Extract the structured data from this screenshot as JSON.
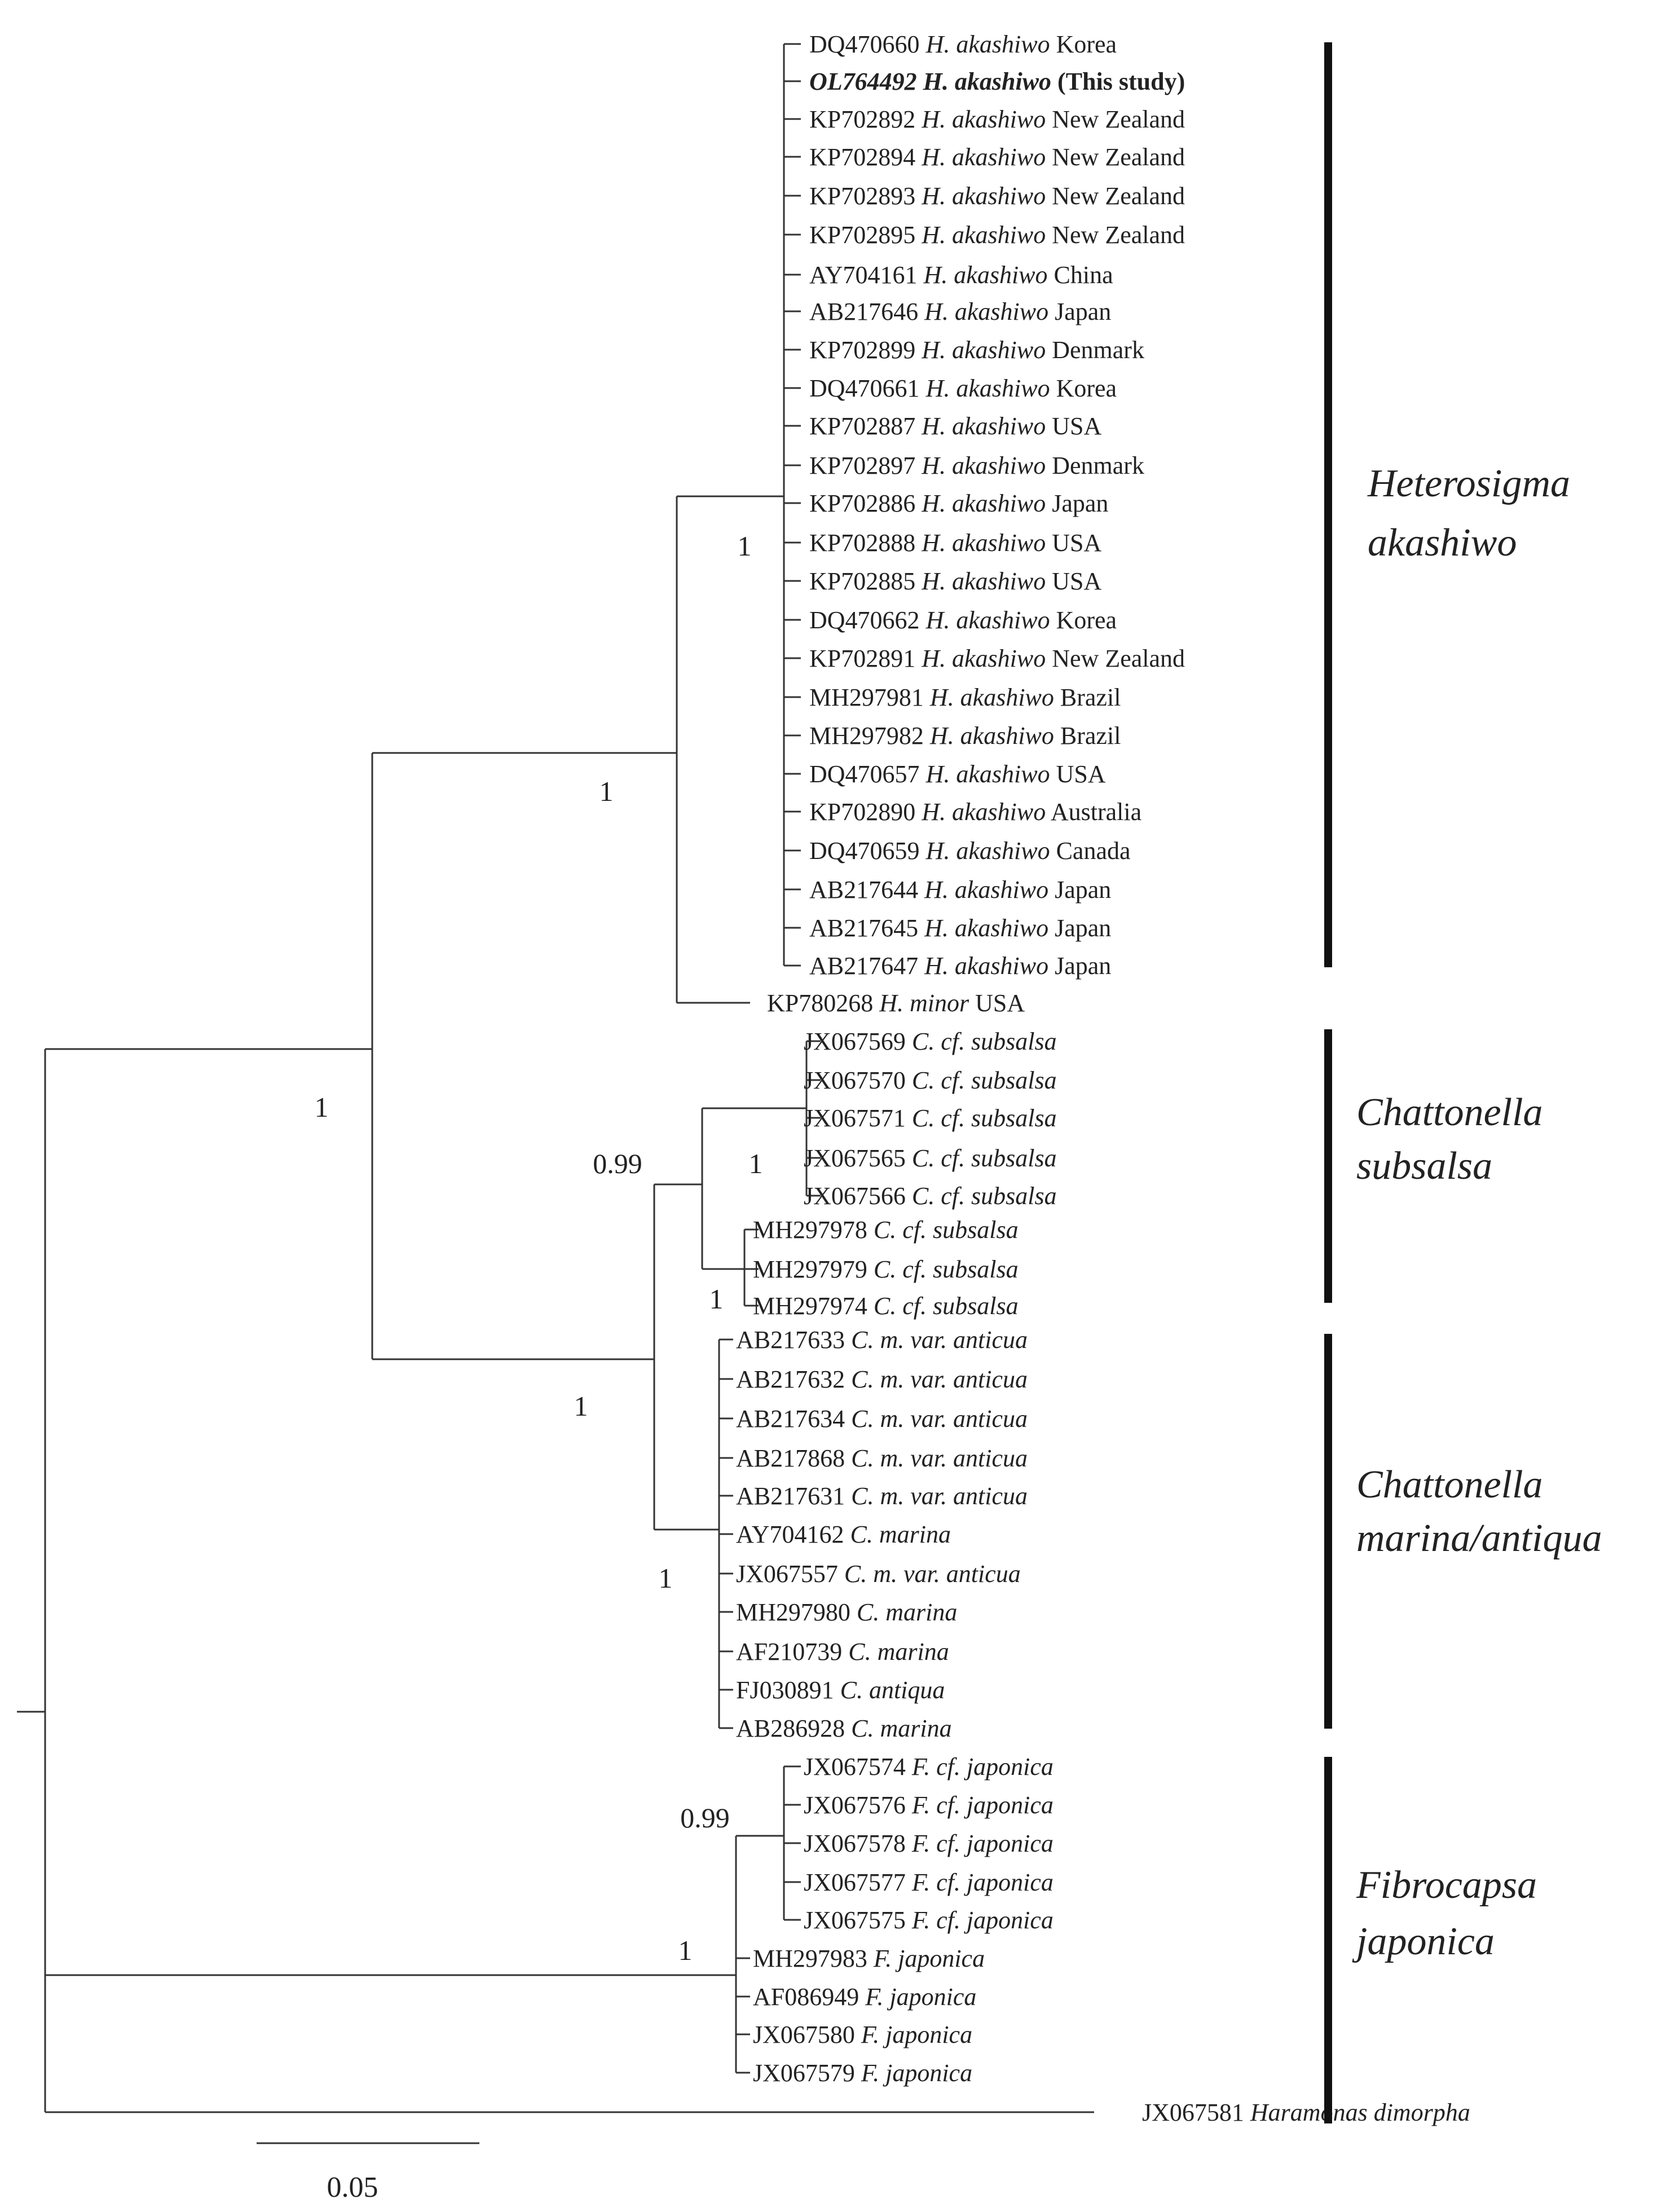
{
  "tree": {
    "taxa": [
      {
        "acc": "DQ470660",
        "sp": "H. akashiwo",
        "loc": "Korea"
      },
      {
        "acc": "OL764492",
        "sp": "H. akashiwo",
        "loc": "(This study)",
        "bold": true
      },
      {
        "acc": "KP702892",
        "sp": "H. akashiwo",
        "loc": "New Zealand"
      },
      {
        "acc": "KP702894",
        "sp": "H. akashiwo",
        "loc": "New Zealand"
      },
      {
        "acc": "KP702893",
        "sp": "H. akashiwo",
        "loc": "New Zealand"
      },
      {
        "acc": "KP702895",
        "sp": "H. akashiwo",
        "loc": "New Zealand"
      },
      {
        "acc": "AY704161",
        "sp": "H. akashiwo",
        "loc": "China"
      },
      {
        "acc": "AB217646",
        "sp": "H. akashiwo",
        "loc": "Japan"
      },
      {
        "acc": "KP702899",
        "sp": "H. akashiwo",
        "loc": "Denmark"
      },
      {
        "acc": "DQ470661",
        "sp": "H. akashiwo",
        "loc": "Korea"
      },
      {
        "acc": "KP702887",
        "sp": "H. akashiwo",
        "loc": "USA"
      },
      {
        "acc": "KP702897",
        "sp": "H. akashiwo",
        "loc": "Denmark"
      },
      {
        "acc": "KP702886",
        "sp": "H. akashiwo",
        "loc": "Japan"
      },
      {
        "acc": "KP702888",
        "sp": "H. akashiwo",
        "loc": "USA"
      },
      {
        "acc": "KP702885",
        "sp": "H. akashiwo",
        "loc": "USA"
      },
      {
        "acc": "DQ470662",
        "sp": "H. akashiwo",
        "loc": "Korea"
      },
      {
        "acc": "KP702891",
        "sp": "H. akashiwo",
        "loc": "New Zealand"
      },
      {
        "acc": "MH297981",
        "sp": "H. akashiwo",
        "loc": "Brazil"
      },
      {
        "acc": "MH297982",
        "sp": "H. akashiwo",
        "loc": "Brazil"
      },
      {
        "acc": "DQ470657",
        "sp": "H. akashiwo",
        "loc": "USA"
      },
      {
        "acc": "KP702890",
        "sp": "H. akashiwo",
        "loc": "Australia"
      },
      {
        "acc": "DQ470659",
        "sp": "H. akashiwo",
        "loc": "Canada"
      },
      {
        "acc": "AB217644",
        "sp": "H. akashiwo",
        "loc": "Japan"
      },
      {
        "acc": "AB217645",
        "sp": "H. akashiwo",
        "loc": "Japan"
      },
      {
        "acc": "AB217647",
        "sp": "H. akashiwo",
        "loc": "Japan"
      },
      {
        "acc": "KP780268",
        "sp": "H. minor",
        "loc": "USA"
      },
      {
        "acc": "JX067569",
        "sp": "C. cf. subsalsa",
        "loc": ""
      },
      {
        "acc": "JX067570",
        "sp": "C. cf. subsalsa",
        "loc": ""
      },
      {
        "acc": "JX067571",
        "sp": "C. cf. subsalsa",
        "loc": ""
      },
      {
        "acc": "JX067565",
        "sp": "C. cf. subsalsa",
        "loc": ""
      },
      {
        "acc": "JX067566",
        "sp": "C. cf. subsalsa",
        "loc": ""
      },
      {
        "acc": "MH297978",
        "sp": "C. cf. subsalsa",
        "loc": ""
      },
      {
        "acc": "MH297979",
        "sp": "C. cf. subsalsa",
        "loc": ""
      },
      {
        "acc": "MH297974",
        "sp": "C. cf. subsalsa",
        "loc": ""
      },
      {
        "acc": "AB217633",
        "sp": "C. m. var. anticua",
        "loc": ""
      },
      {
        "acc": "AB217632",
        "sp": "C. m. var. anticua",
        "loc": ""
      },
      {
        "acc": "AB217634",
        "sp": "C. m. var. anticua",
        "loc": ""
      },
      {
        "acc": "AB217868",
        "sp": "C. m. var. anticua",
        "loc": ""
      },
      {
        "acc": "AB217631",
        "sp": "C. m. var. anticua",
        "loc": ""
      },
      {
        "acc": "AY704162",
        "sp": "C. marina",
        "loc": ""
      },
      {
        "acc": "JX067557",
        "sp": "C. m. var. anticua",
        "loc": ""
      },
      {
        "acc": "MH297980",
        "sp": "C. marina",
        "loc": ""
      },
      {
        "acc": "AF210739",
        "sp": "C. marina",
        "loc": ""
      },
      {
        "acc": "FJ030891",
        "sp": "C. antiqua",
        "loc": ""
      },
      {
        "acc": "AB286928",
        "sp": "C. marina",
        "loc": ""
      },
      {
        "acc": "JX067574",
        "sp": "F. cf. japonica",
        "loc": ""
      },
      {
        "acc": "JX067576",
        "sp": "F. cf. japonica",
        "loc": ""
      },
      {
        "acc": "JX067578",
        "sp": "F. cf. japonica",
        "loc": ""
      },
      {
        "acc": "JX067577",
        "sp": "F. cf. japonica",
        "loc": ""
      },
      {
        "acc": "JX067575",
        "sp": "F. cf. japonica",
        "loc": ""
      },
      {
        "acc": "MH297983",
        "sp": "F. japonica",
        "loc": ""
      },
      {
        "acc": "AF086949",
        "sp": "F. japonica",
        "loc": ""
      },
      {
        "acc": "JX067580",
        "sp": "F. japonica",
        "loc": ""
      },
      {
        "acc": "JX067579",
        "sp": "F. japonica",
        "loc": ""
      },
      {
        "acc": "JX067581",
        "sp": "Haramonas dimorpha",
        "loc": ""
      }
    ],
    "supports": [
      "1",
      "1",
      "1",
      "0.99",
      "1",
      "1",
      "1",
      "1",
      "0.99",
      "1"
    ],
    "clades": [
      {
        "line1": "Heterosigma",
        "line2": "akashiwo"
      },
      {
        "line1": "Chattonella",
        "line2": "subsalsa"
      },
      {
        "line1": "Chattonella",
        "line2": "marina/antiqua"
      },
      {
        "line1": "Fibrocapsa",
        "line2": "japonica"
      }
    ],
    "scale_bar": "0.05"
  }
}
